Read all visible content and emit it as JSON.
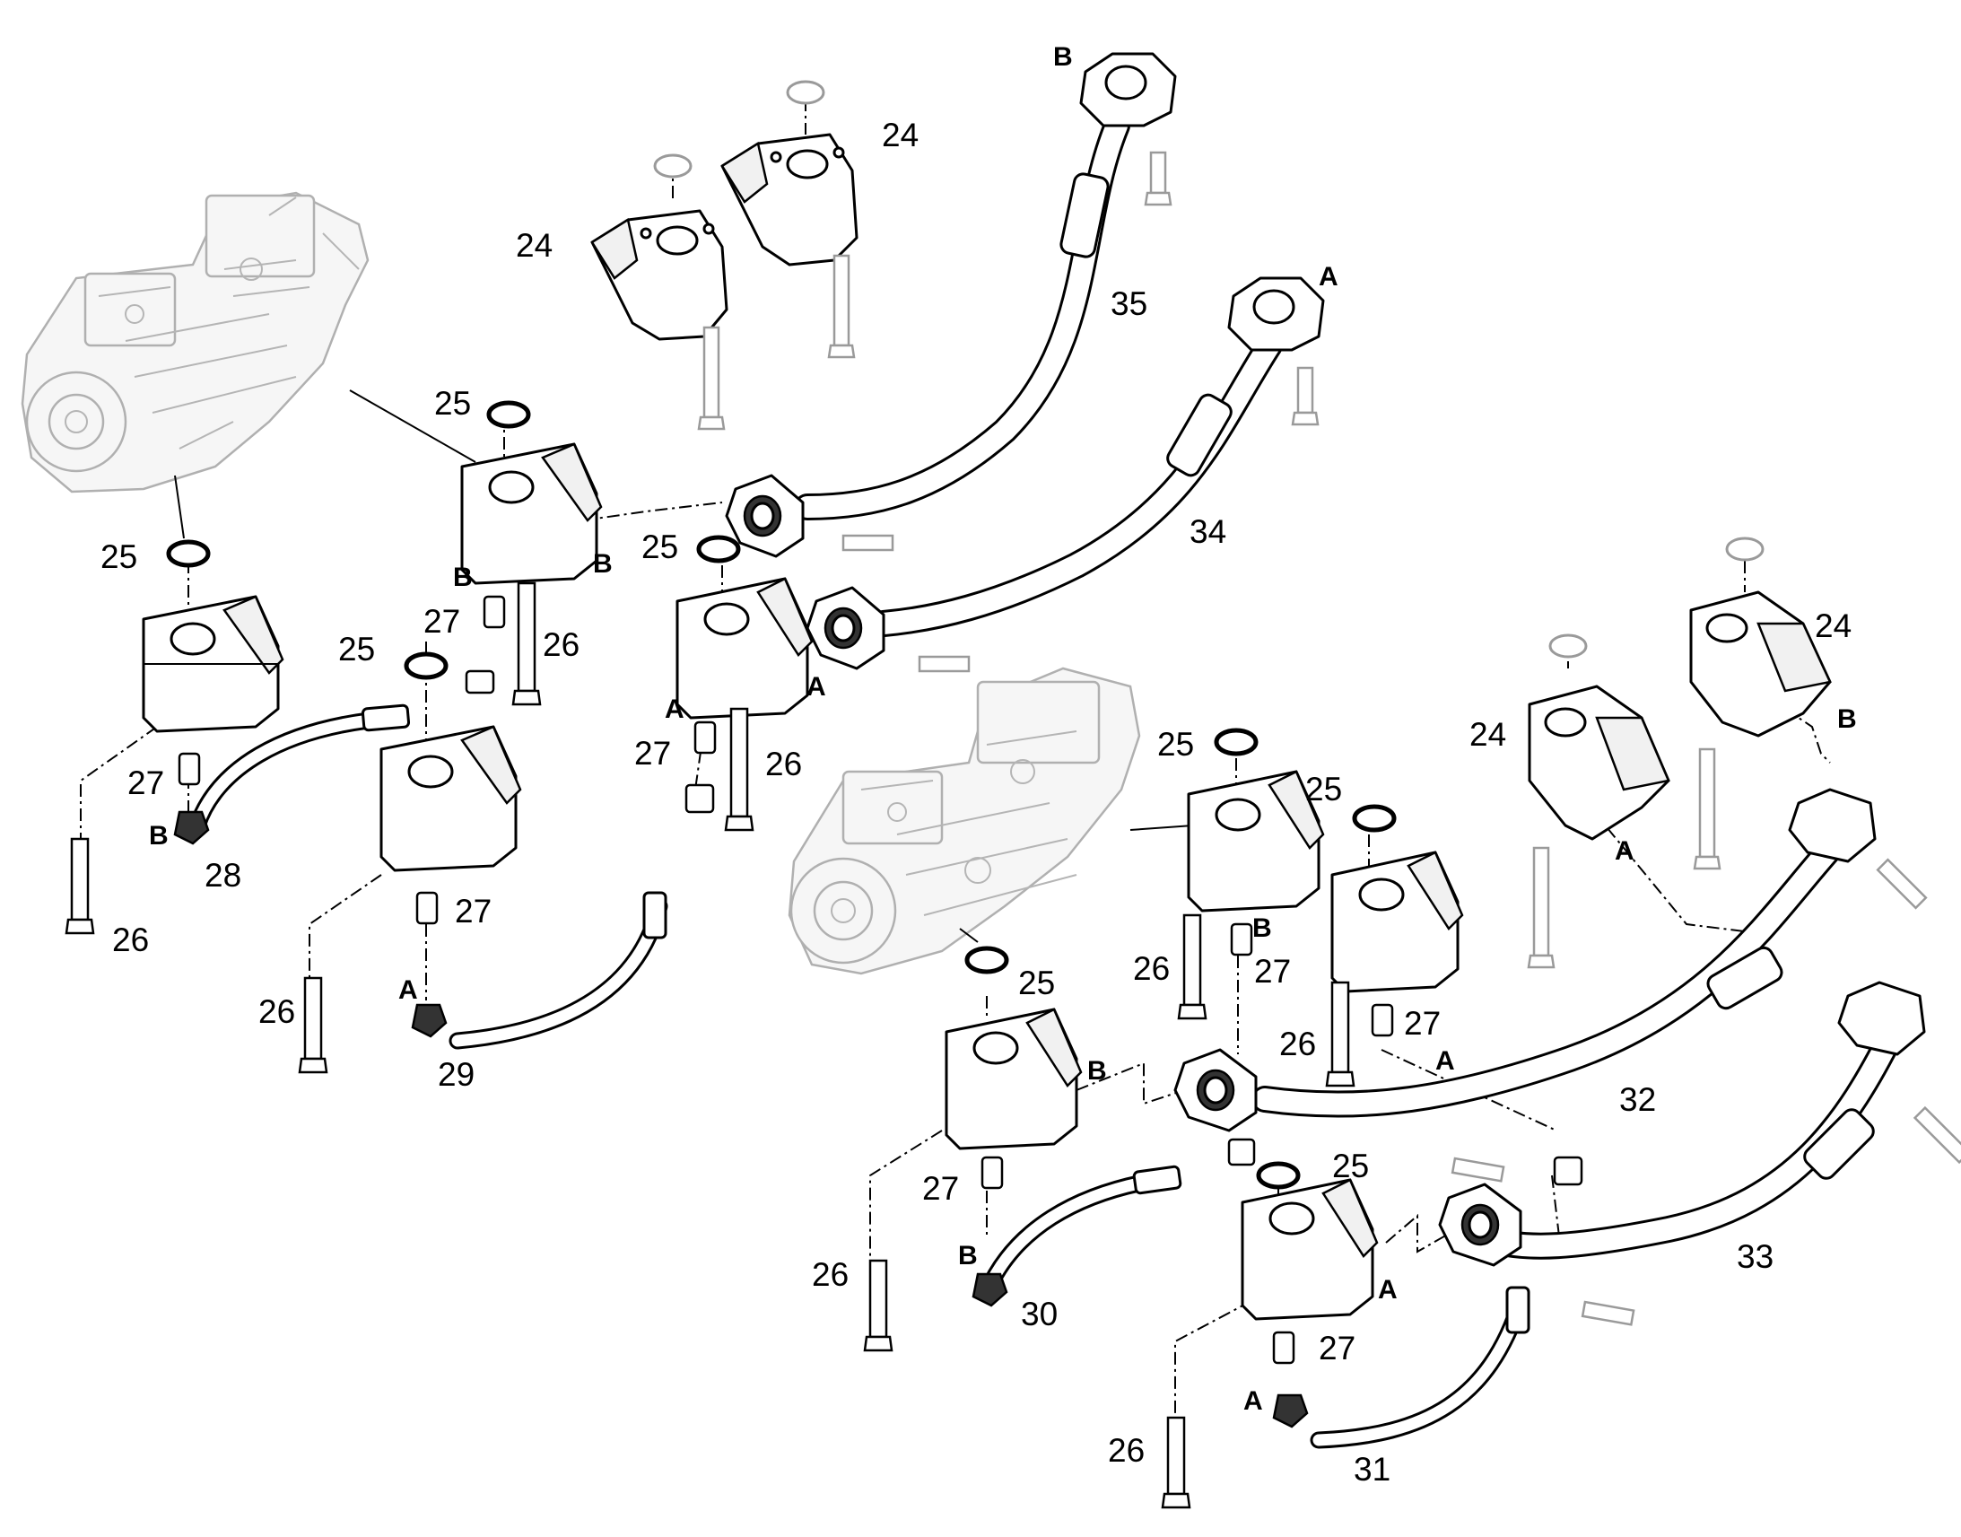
{
  "callouts": {
    "c24a": "24",
    "c24b": "24",
    "c24c": "24",
    "c24d": "24",
    "c25a": "25",
    "c25b": "25",
    "c25c": "25",
    "c25d": "25",
    "c25e": "25",
    "c25f": "25",
    "c25g": "25",
    "c25h": "25",
    "c26a": "26",
    "c26b": "26",
    "c26c": "26",
    "c26d": "26",
    "c26e": "26",
    "c26f": "26",
    "c26g": "26",
    "c26h": "26",
    "c27a": "27",
    "c27b": "27",
    "c27c": "27",
    "c27d": "27",
    "c27e": "27",
    "c27f": "27",
    "c27g": "27",
    "c27h": "27",
    "c28": "28",
    "c29": "29",
    "c30": "30",
    "c31": "31",
    "c32": "32",
    "c33": "33",
    "c34": "34",
    "c35": "35"
  },
  "ports": {
    "pA1": "A",
    "pA2": "A",
    "pA3": "A",
    "pA4": "A",
    "pA5": "A",
    "pA6": "A",
    "pA7": "A",
    "pA8": "A",
    "pB1": "B",
    "pB2": "B",
    "pB3": "B",
    "pB4": "B",
    "pB5": "B",
    "pB6": "B",
    "pB7": "B",
    "pB8": "B"
  }
}
